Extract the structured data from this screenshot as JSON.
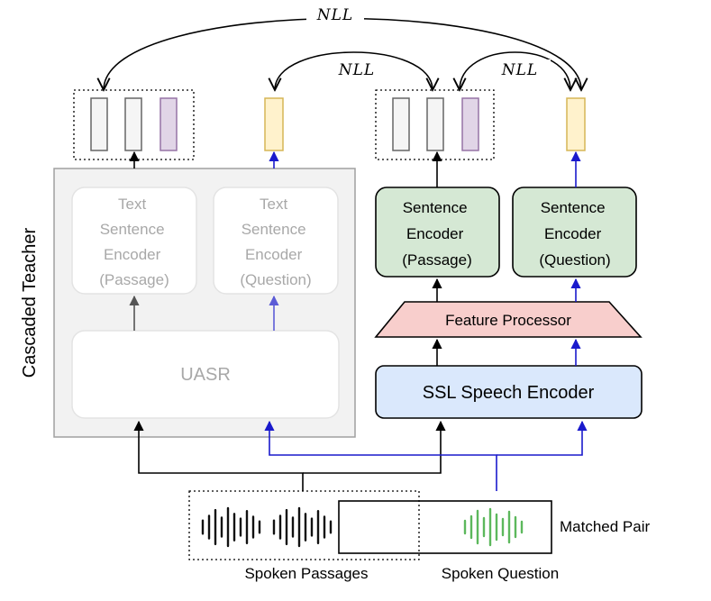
{
  "nll_labels": {
    "top": "NLL",
    "left": "NLL",
    "right": "NLL"
  },
  "cascaded_teacher": {
    "title": "Cascaded Teacher",
    "text_encoder_passage": [
      "Text",
      "Sentence",
      "Encoder",
      "(Passage)"
    ],
    "text_encoder_question": [
      "Text",
      "Sentence",
      "Encoder",
      "(Question)"
    ],
    "uasr": "UASR"
  },
  "student": {
    "sentence_encoder_passage": [
      "Sentence",
      "Encoder",
      "(Passage)"
    ],
    "sentence_encoder_question": [
      "Sentence",
      "Encoder",
      "(Question)"
    ],
    "feature_processor": "Feature Processor",
    "ssl_speech_encoder": "SSL Speech Encoder"
  },
  "bottom": {
    "spoken_passages": "Spoken Passages",
    "spoken_question": "Spoken Question",
    "matched_pair": "Matched Pair"
  },
  "colors": {
    "black_arrow": "#000000",
    "blue_arrow": "#1a1acc",
    "grey_arrow": "#555555",
    "light_blue_arrow": "#5b5bd6",
    "teacher_panel_fill": "#f2f2f2",
    "teacher_panel_stroke": "#a0a0a0",
    "teacher_box_text": "#a8a8a8",
    "green_fill": "#d5e8d4",
    "pink_fill": "#f8cecc",
    "blue_fill": "#dae8fc",
    "embedding_grey": "#f5f5f5",
    "embedding_purple": "#e1d5e7",
    "embedding_yellow": "#fff2cc",
    "waveform_black": "#111111",
    "waveform_green": "#5cb85c"
  }
}
